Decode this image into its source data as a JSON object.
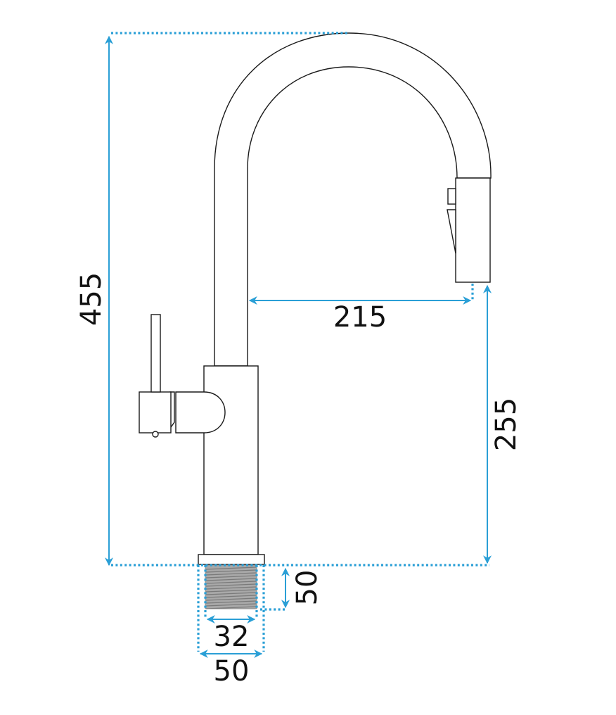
{
  "dimensions": {
    "total_height": "455",
    "spout_reach": "215",
    "spout_height": "255",
    "thread_length": "50",
    "thread_diameter": "32",
    "base_diameter": "50"
  },
  "colors": {
    "dimension": "#2a9fd6",
    "outline": "#1a1a1a",
    "thread_fill": "#a9a9a9",
    "background": "#ffffff"
  }
}
